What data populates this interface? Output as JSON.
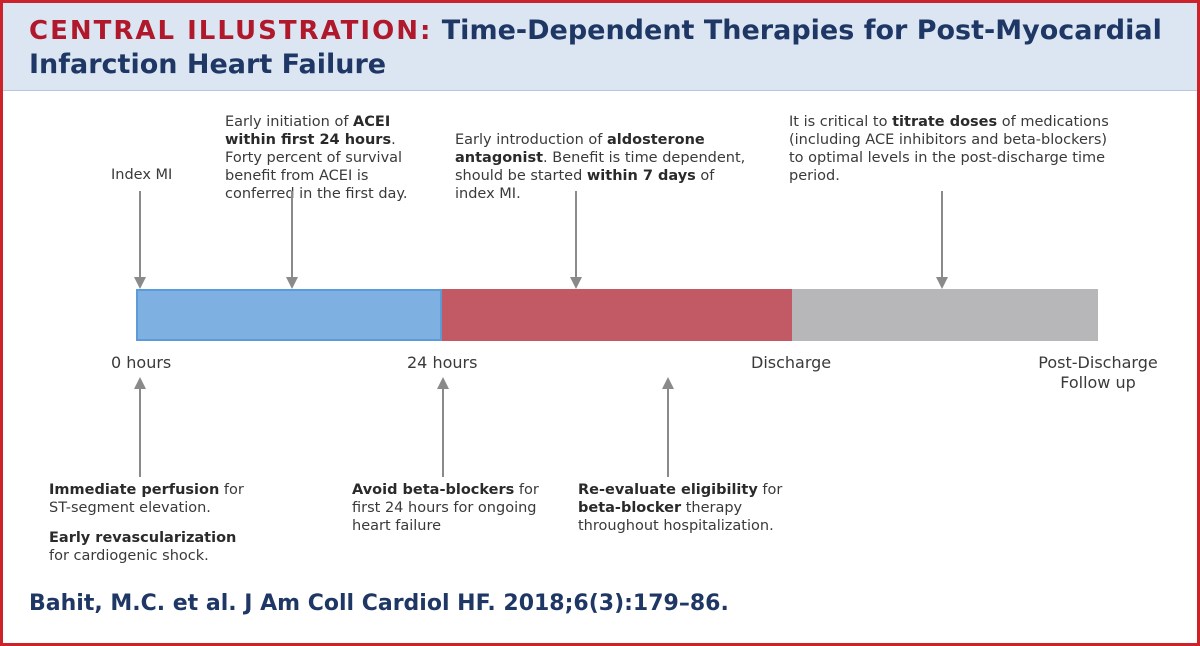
{
  "title": {
    "label": "CENTRAL ILLUSTRATION:",
    "text": "Time-Dependent Therapies for Post-Myocardial Infarction Heart Failure"
  },
  "top_notes": {
    "index_mi": "Index MI",
    "acei": {
      "p1": "Early initiation of ",
      "b1": "ACEI within first 24 hours",
      "p2": ". Forty percent of survival benefit from ACEI is conferred in the first day."
    },
    "aldosterone": {
      "p1": "Early introduction of ",
      "b1": "aldosterone antagonist",
      "p2": ". Benefit is time dependent, should be started ",
      "b2": "within 7 days",
      "p3": " of index MI."
    },
    "titrate": {
      "p1": "It is critical to ",
      "b1": "titrate doses",
      "p2": " of medications (including ACE inhibitors and beta-blockers) to optimal levels in the post-discharge time period."
    }
  },
  "timeline": {
    "segments": [
      {
        "label": "0–24 hours",
        "color": "#7eb1e2"
      },
      {
        "label": "24 hours–discharge",
        "color": "#c25a66"
      },
      {
        "label": "post-discharge",
        "color": "#b7b7b9"
      }
    ],
    "ticks": {
      "zero": "0 hours",
      "twentyfour": "24 hours",
      "discharge": "Discharge",
      "post_line1": "Post-Discharge",
      "post_line2": "Follow up"
    }
  },
  "bottom_notes": {
    "perfusion": {
      "b1": "Immediate perfusion",
      "p1": " for ST-segment elevation."
    },
    "revasc": {
      "b1": "Early revascularization",
      "p1": " for cardiogenic shock."
    },
    "avoid_bb": {
      "b1": "Avoid beta-blockers",
      "p1": " for first 24 hours for ongoing heart failure"
    },
    "reevaluate": {
      "b1": "Re-evaluate eligibility",
      "p1": " for ",
      "b2": "beta-blocker",
      "p2": " therapy throughout hospitalization."
    }
  },
  "citation": "Bahit, M.C. et al. J Am Coll Cardiol HF. 2018;6(3):179–86.",
  "colors": {
    "frame_border": "#cc2229",
    "header_bg": "#dce6f3",
    "title_label": "#b0182c",
    "title_text": "#1f3764",
    "arrow": "#8a8a8a"
  }
}
